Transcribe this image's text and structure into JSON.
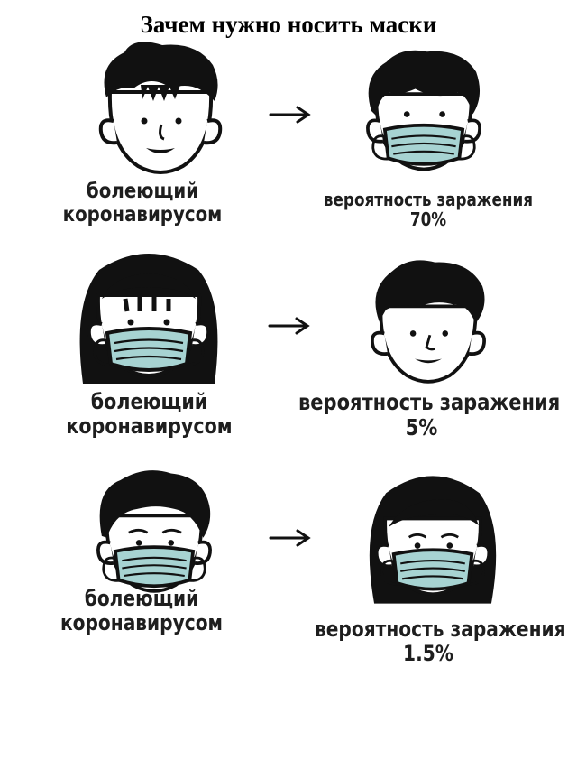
{
  "title": "Зачем нужно носить маски",
  "rows": [
    {
      "sick_line1": "болеющий",
      "sick_line2": "коронавирусом",
      "chance_label": "вероятность заражения",
      "chance_value": "70%"
    },
    {
      "sick_line1": "болеющий",
      "sick_line2": "коронавирусом",
      "chance_label": "вероятность заражения",
      "chance_value": "5%"
    },
    {
      "sick_line1": "болеющий",
      "sick_line2": "коронавирусом",
      "chance_label": "вероятность заражения",
      "chance_value": "1.5%"
    }
  ],
  "colors": {
    "mask": "#a7d3d2",
    "ink": "#111111"
  },
  "icons": [
    "person-face-icon",
    "arrow-right-icon",
    "medical-mask-icon"
  ]
}
